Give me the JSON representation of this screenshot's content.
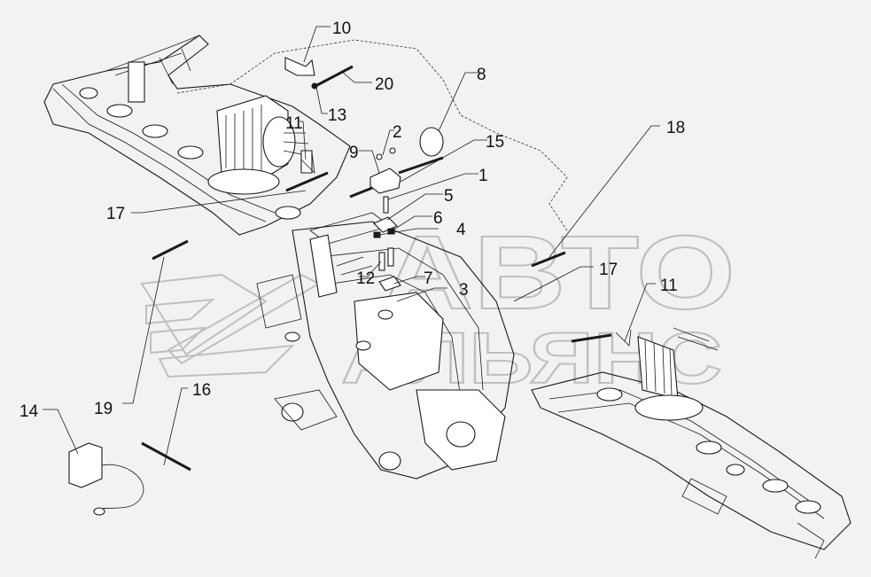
{
  "watermark": {
    "line1": "АВТО",
    "line2": "АЛЬЯНС"
  },
  "callouts": {
    "c1": "1",
    "c2": "2",
    "c3": "3",
    "c4": "4",
    "c5": "5",
    "c6": "6",
    "c7": "7",
    "c8": "8",
    "c9": "9",
    "c10": "10",
    "c11a": "11",
    "c11b": "11",
    "c12": "12",
    "c13": "13",
    "c14": "14",
    "c15": "15",
    "c16": "16",
    "c17a": "17",
    "c17b": "17",
    "c18": "18",
    "c19": "19",
    "c20": "20"
  },
  "colors": {
    "background": "#f2f2f2",
    "line": "#1a1a1a",
    "watermark": "#bfbfbf"
  }
}
